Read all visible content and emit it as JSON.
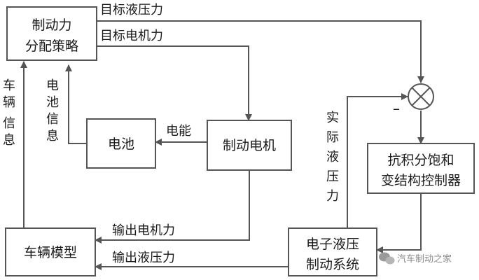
{
  "blocks": {
    "strategy": [
      "制动力",
      "分配策略"
    ],
    "battery": "电池",
    "motor": "制动电机",
    "controller": [
      "抗积分饱和",
      "变结构控制器"
    ],
    "vehicle": "车辆模型",
    "hydraulic": [
      "电子液压",
      "制动系统"
    ]
  },
  "signals": {
    "target_hydraulic": "目标液压力",
    "target_motor": "目标电机力",
    "electric_energy": "电能",
    "battery_info": [
      "电",
      "池",
      "信",
      "息"
    ],
    "vehicle_info": [
      "车",
      "辆",
      "信",
      "息"
    ],
    "actual_hydraulic": [
      "实",
      "际",
      "液",
      "压",
      "力"
    ],
    "output_motor": "输出电机力",
    "output_hydraulic": "输出液压力"
  },
  "summing_sign": "–",
  "watermark": "汽车制动之家",
  "colors": {
    "line": "#555555",
    "text": "#1a1a1a"
  }
}
